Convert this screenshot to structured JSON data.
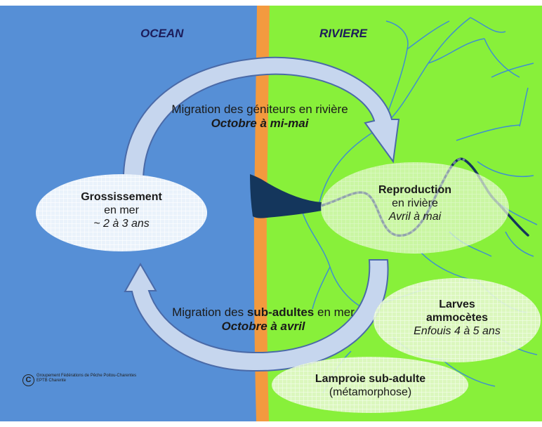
{
  "zones": {
    "ocean": "OCEAN",
    "river": "RIVIERE"
  },
  "migration_up": {
    "line1": "Migration des géniteurs en rivière",
    "line2": "Octobre à mi-mai"
  },
  "migration_down": {
    "line1_a": "Migration des ",
    "line1_b": "sub-adultes",
    "line1_c": " en mer",
    "line2": "Octobre à avril"
  },
  "stages": {
    "growth": {
      "title": "Grossissement",
      "sub": "en mer",
      "detail": "~ 2 à 3 ans"
    },
    "reproduction": {
      "title": "Reproduction",
      "sub": "en rivière",
      "detail": "Avril à mai"
    },
    "larvae": {
      "title1": "Larves",
      "title2": "ammocètes",
      "detail": "Enfouis 4 à 5 ans"
    },
    "subadult": {
      "title": "Lamproie sub-adulte",
      "detail": "(métamorphose)"
    }
  },
  "credits": {
    "symbol": "C",
    "line1": "Groupement Fédérations de Pêche Poitou-Charentes",
    "line2": "EPTB Charente"
  },
  "colors": {
    "ocean": "#568fd6",
    "river": "#88f03a",
    "coast": "#f39a3f",
    "arrow_fill": "#c6d6ee",
    "arrow_stroke": "#4a6aa8",
    "stream": "#3f8fcf",
    "estuary": "#14365c"
  }
}
